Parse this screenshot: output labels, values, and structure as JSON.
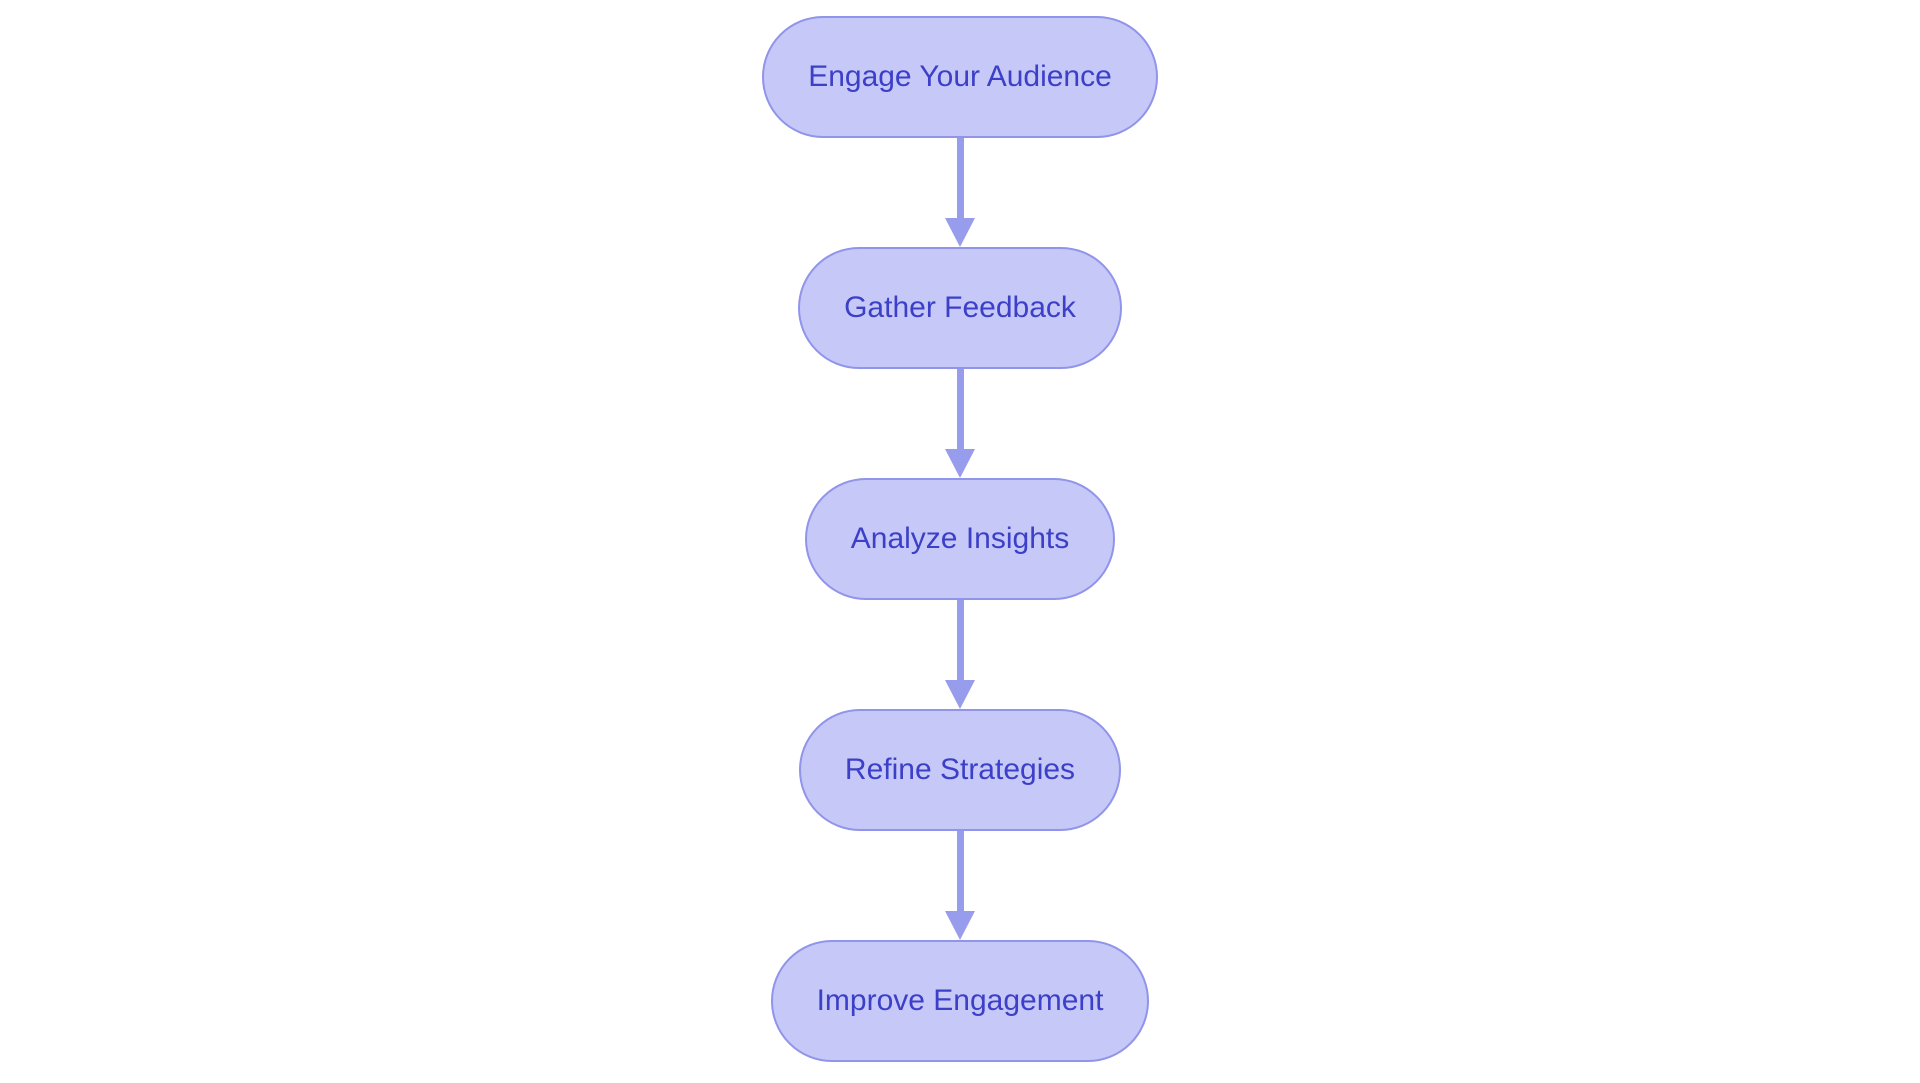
{
  "theme": {
    "background": "#ffffff",
    "node_fill": "#c6c8f7",
    "node_border": "#9094ea",
    "node_text": "#3c3fc7",
    "arrow_color": "#989cec"
  },
  "flowchart": {
    "type": "flowchart",
    "direction": "top-to-bottom",
    "nodes": [
      {
        "id": 1,
        "label": "Engage Your Audience"
      },
      {
        "id": 2,
        "label": "Gather Feedback"
      },
      {
        "id": 3,
        "label": "Analyze Insights"
      },
      {
        "id": 4,
        "label": "Refine Strategies"
      },
      {
        "id": 5,
        "label": "Improve Engagement"
      }
    ],
    "edges": [
      {
        "from": 1,
        "to": 2
      },
      {
        "from": 2,
        "to": 3
      },
      {
        "from": 3,
        "to": 4
      },
      {
        "from": 4,
        "to": 5
      }
    ]
  }
}
